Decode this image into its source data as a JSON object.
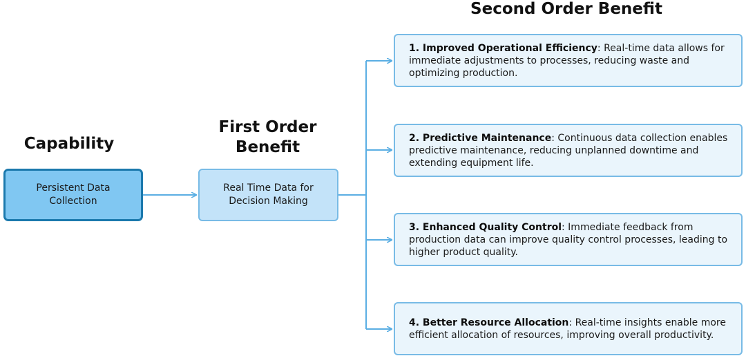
{
  "headings": {
    "capability": "Capability",
    "first_order": "First Order Benefit",
    "second_order": "Second Order Benefit"
  },
  "nodes": {
    "capability": "Persistent Data Collection",
    "first_order": "Real Time Data for Decision Making"
  },
  "second_order_benefits": [
    {
      "title": "1. Improved Operational Efficiency",
      "text": ": Real-time data allows for immediate adjustments to processes, reducing waste and optimizing production."
    },
    {
      "title": "2. Predictive Maintenance",
      "text": ": Continuous data collection enables predictive maintenance, reducing unplanned downtime and extending equipment life."
    },
    {
      "title": "3. Enhanced Quality Control",
      "text": ": Immediate feedback from production data can improve quality control processes, leading to higher product quality."
    },
    {
      "title": "4. Better Resource Allocation",
      "text": ": Real-time insights enable more efficient allocation of resources, improving overall productivity."
    }
  ],
  "colors": {
    "capability_fill": "#80c7f2",
    "capability_border": "#1b79ad",
    "first_fill": "#c3e3f9",
    "benefit_fill": "#eaf5fc",
    "box_border": "#78bbe6",
    "connector": "#5aaee3"
  }
}
